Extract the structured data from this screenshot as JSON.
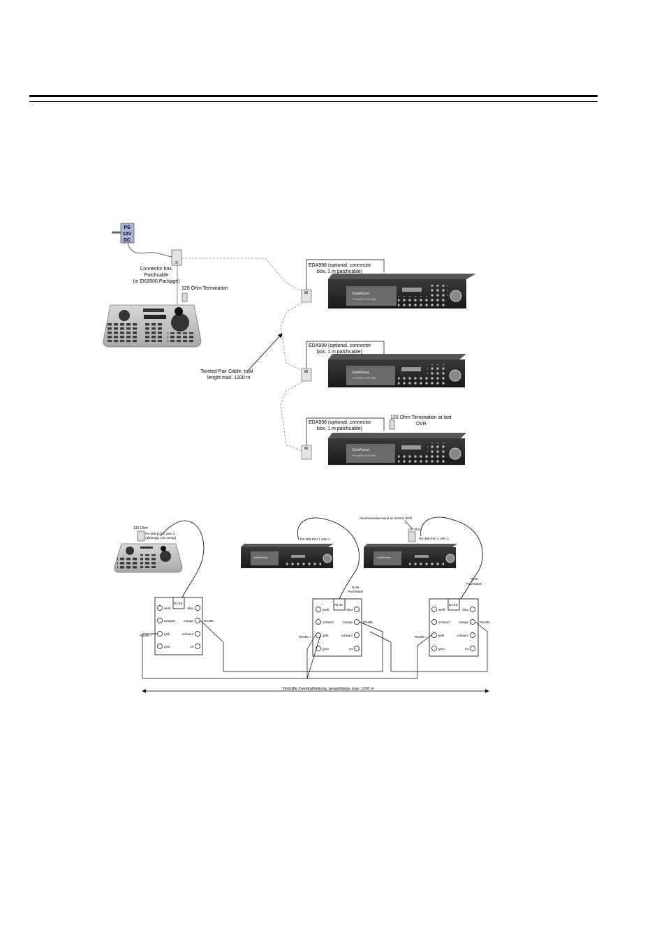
{
  "top": {
    "ps": [
      "PS",
      "12V",
      "DC"
    ],
    "connector_box": [
      "Connector box,",
      "Patchcable",
      "(in EKB500 Package)"
    ],
    "termination_keyboard": "120 Ohm Termination",
    "eda_label": [
      "EDA998 (optional, connector",
      "box, 1 m patchcable)"
    ],
    "cable": [
      "Twisted Pair Cable, total",
      "lenght max. 1200 m"
    ],
    "termination_last": [
      "120 Ohm Termination at last",
      "DVR"
    ],
    "brand": "EverFocus",
    "model": "PowerPlex EDR 1680"
  },
  "bottom": {
    "ohm_kbd": "120 Ohm",
    "port_kbd": [
      "RS-485-port 1 oder 2",
      "(abhängig vom Setup)"
    ],
    "note_last": "Abschlusswiderstand am letzten DVR",
    "ohm_last": "120 Ohm",
    "port_dvr": "RS-485-Port 1 oder 2",
    "rj45_patch": [
      "RJ45",
      "Patchkabel"
    ],
    "rj45": "RJ-45",
    "terminals_left": [
      "weiß",
      "schwarz",
      "gelb",
      "grün"
    ],
    "terminals_right": [
      "blau",
      "orange",
      "schwarz",
      "rot"
    ],
    "rs_plus": "RS485 +",
    "rs_minus": "RS485 -",
    "cable_length": "Verdrillte Zweidrahtleitung, gesamtlänge max. 1200 m"
  }
}
